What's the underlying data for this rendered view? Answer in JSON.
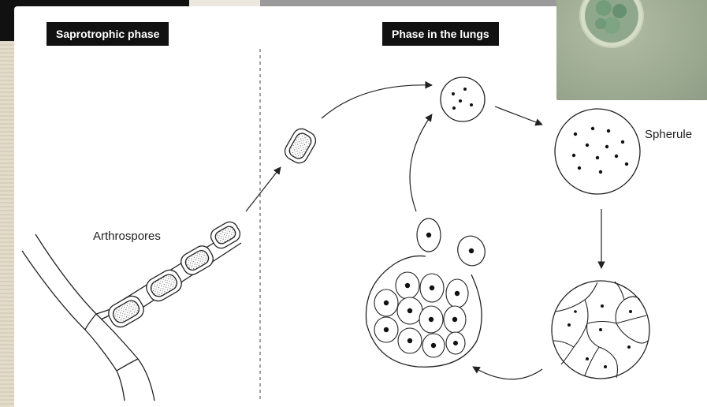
{
  "diagram": {
    "labels": {
      "saprotrophic": "Saprotrophic phase",
      "lungs": "Phase in the lungs"
    },
    "captions": {
      "arthrospores": "Arthrospores",
      "spherule": "Spherule"
    }
  },
  "photo": {
    "icon": "spherule-micrograph-icon",
    "colors": {
      "bg": "#9fae95",
      "ring": "#d9e0cc",
      "cell": "#6f9a78"
    }
  }
}
